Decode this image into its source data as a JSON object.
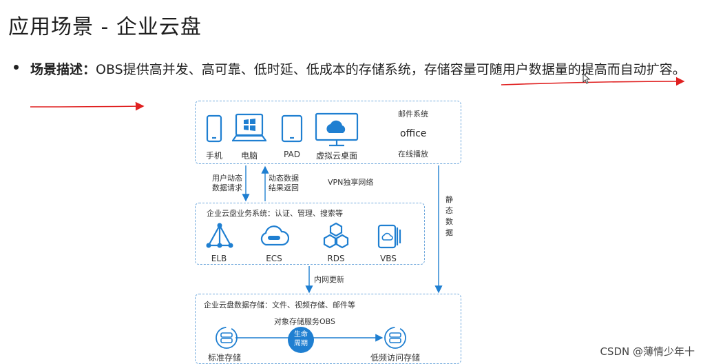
{
  "title": "应用场景 - 企业云盘",
  "scenario": {
    "label": "场景描述：",
    "text": "OBS提供高并发、高可靠、低时延、低成本的存储系统，存储容量可随用户数据量的提高而自动扩容。"
  },
  "diagram": {
    "devices": [
      "手机",
      "电脑",
      "PAD",
      "虚拟云桌面"
    ],
    "services_right": [
      "邮件系统",
      "office",
      "在线播放"
    ],
    "flow_up_label": "用户动态\n数据请求",
    "flow_down_label": "动态数据\n结果返回",
    "vpn_label": "VPN独享网络",
    "static_label": "静\n态\n数\n据",
    "business_title": "企业云盘业务系统：认证、管理、搜索等",
    "business_items": [
      "ELB",
      "ECS",
      "RDS",
      "VBS"
    ],
    "intranet_label": "内网更新",
    "storage_title": "企业云盘数据存储：文件、视频存储、邮件等",
    "obs_label": "对象存储服务OBS",
    "lifecycle_label": "生命\n周期",
    "storage_left": "标准存储",
    "storage_right": "低频访问存储"
  },
  "watermark": "CSDN @薄情少年十",
  "colors": {
    "accent_blue": "#1f7fd1",
    "dash_blue": "#6fa8dc",
    "underline_red": "#e02020"
  }
}
